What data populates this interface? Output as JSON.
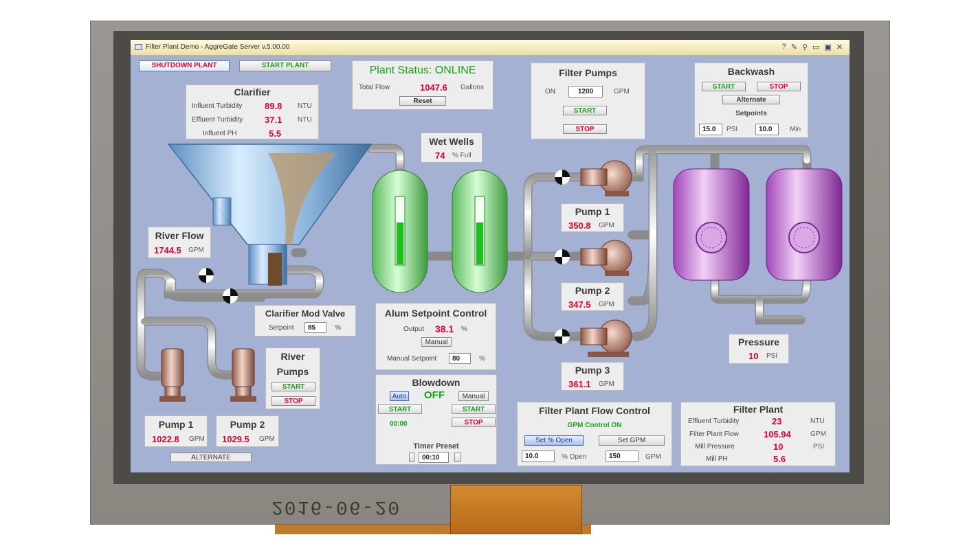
{
  "window": {
    "title": "Filter Plant Demo - AggreGate Server v.5.00.00",
    "controls": [
      "?",
      "✎",
      "⚲",
      "▭",
      "▣",
      "✕"
    ]
  },
  "stamp": "2016-06-20",
  "toolbar": {
    "shutdown_label": "SHUTDOWN PLANT",
    "start_label": "START PLANT"
  },
  "status": {
    "title": "Plant Status: ONLINE",
    "total_flow_label": "Total Flow",
    "total_flow_value": "1047.6",
    "total_flow_unit": "Gallons",
    "reset_label": "Reset"
  },
  "filter_pumps": {
    "title": "Filter Pumps",
    "on_label": "ON",
    "on_value": "1200",
    "unit": "GPM",
    "start_label": "START",
    "stop_label": "STOP"
  },
  "backwash": {
    "title": "Backwash",
    "start_label": "START",
    "stop_label": "STOP",
    "alternate_label": "Alternate",
    "setpoints_label": "Setpoints",
    "psi_value": "15.0",
    "psi_unit": "PSI",
    "min_value": "10.0",
    "min_unit": "Min"
  },
  "clarifier": {
    "title": "Clarifier",
    "rows": [
      {
        "label": "Influent Turbidity",
        "value": "89.8",
        "unit": "NTU"
      },
      {
        "label": "Effluent Turbidity",
        "value": "37.1",
        "unit": "NTU"
      },
      {
        "label": "Influent PH",
        "value": "5.5",
        "unit": ""
      }
    ]
  },
  "wet_wells": {
    "title": "Wet Wells",
    "value": "74",
    "unit": "% Full"
  },
  "river_flow": {
    "title": "River Flow",
    "value": "1744.5",
    "unit": "GPM"
  },
  "clarifier_valve": {
    "title": "Clarifier Mod Valve",
    "setpoint_label": "Setpoint",
    "setpoint_value": "85",
    "unit": "%"
  },
  "alum": {
    "title": "Alum Setpoint Control",
    "output_label": "Output",
    "output_value": "38.1",
    "output_unit": "%",
    "manual_label": "Manual",
    "manual_setpoint_label": "Manual Setpoint",
    "manual_setpoint_value": "80",
    "manual_setpoint_unit": "%"
  },
  "blowdown": {
    "title": "Blowdown",
    "auto_label": "Auto",
    "state": "OFF",
    "manual_label": "Manual",
    "start_left": "START",
    "start_right": "START",
    "time": "00:00",
    "stop_label": "STOP",
    "timer_label": "Timer Preset",
    "timer_value": "00:10"
  },
  "river_pumps": {
    "title_line1": "River",
    "title_line2": "Pumps",
    "start_label": "START",
    "stop_label": "STOP"
  },
  "river_pump1": {
    "title": "Pump 1",
    "value": "1022.8",
    "unit": "GPM"
  },
  "river_pump2": {
    "title": "Pump 2",
    "value": "1029.5",
    "unit": "GPM"
  },
  "alternate_label": "ALTERNATE",
  "filter_pump1": {
    "title": "Pump 1",
    "value": "350.8",
    "unit": "GPM"
  },
  "filter_pump2": {
    "title": "Pump 2",
    "value": "347.5",
    "unit": "GPM"
  },
  "filter_pump3": {
    "title": "Pump 3",
    "value": "361.1",
    "unit": "GPM"
  },
  "pressure": {
    "title": "Pressure",
    "value": "10",
    "unit": "PSI"
  },
  "flow_control": {
    "title": "Filter Plant Flow Control",
    "mode": "GPM Control ON",
    "set_open_label": "Set % Open",
    "set_gpm_label": "Set GPM",
    "open_value": "10.0",
    "open_unit": "% Open",
    "gpm_value": "150",
    "gpm_unit": "GPM"
  },
  "filter_plant": {
    "title": "Filter Plant",
    "rows": [
      {
        "label": "Effluent Turbidity",
        "value": "23",
        "unit": "NTU"
      },
      {
        "label": "Filter Plant Flow",
        "value": "105.94",
        "unit": "GPM"
      },
      {
        "label": "Mill Pressure",
        "value": "10",
        "unit": "PSI"
      },
      {
        "label": "Mill PH",
        "value": "5.6",
        "unit": ""
      }
    ]
  },
  "wet_well_levels": [
    0.62,
    0.62
  ],
  "colors": {
    "alarm": "#e3002f",
    "ok": "#17a317",
    "screen": "#a4b1d2",
    "panel": "#ededee"
  }
}
